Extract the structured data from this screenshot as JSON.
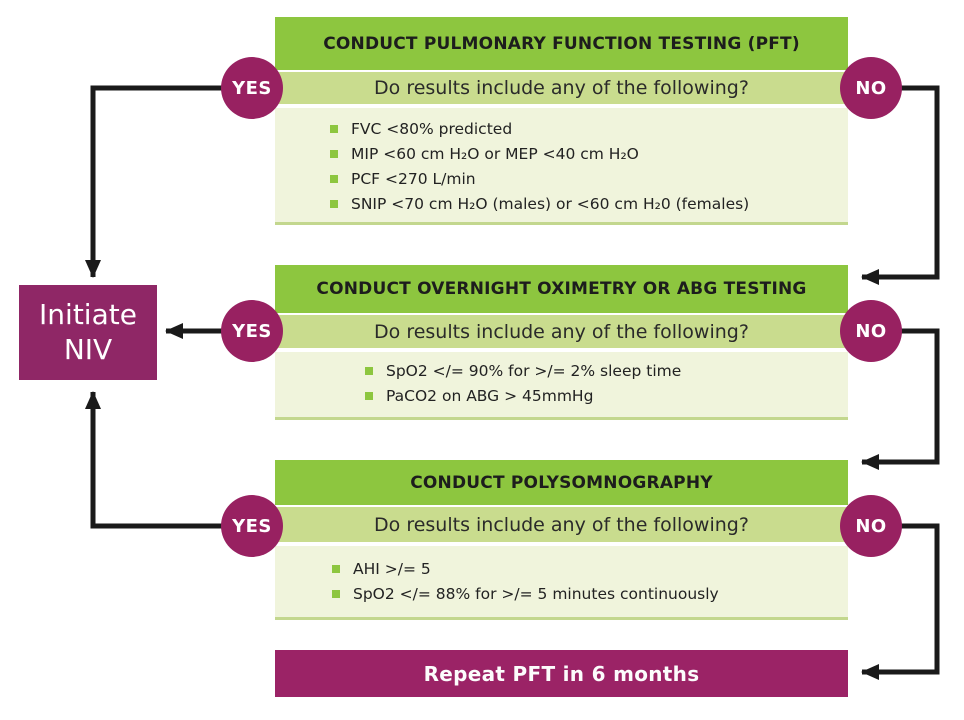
{
  "colors": {
    "header_green": "#8DC63F",
    "question_bar_green": "#C9DC8E",
    "list_background": "#F0F4DC",
    "bullet_green": "#8DC63F",
    "badge_magenta": "#982161",
    "initiate_box_magenta": "#8F2766",
    "repeat_bar_magenta": "#9B2366",
    "arrow_black": "#1A1A1A"
  },
  "steps": [
    {
      "title": "CONDUCT PULMONARY FUNCTION TESTING (PFT)",
      "question": "Do results include any of the following?",
      "yes_label": "YES",
      "no_label": "NO",
      "criteria": [
        "FVC <80% predicted",
        "MIP <60 cm H₂O or MEP <40 cm H₂O",
        "PCF <270 L/min",
        "SNIP <70 cm H₂O (males) or <60 cm H₂0 (females)"
      ]
    },
    {
      "title": "CONDUCT OVERNIGHT OXIMETRY OR ABG TESTING",
      "question": "Do results include any of the following?",
      "yes_label": "YES",
      "no_label": "NO",
      "criteria": [
        "SpO2 </= 90% for >/= 2% sleep time",
        "PaCO2 on ABG > 45mmHg"
      ]
    },
    {
      "title": "CONDUCT POLYSOMNOGRAPHY",
      "question": "Do results include any of the following?",
      "yes_label": "YES",
      "no_label": "NO",
      "criteria": [
        "AHI >/= 5",
        "SpO2 </= 88% for >/= 5 minutes continuously"
      ]
    }
  ],
  "outcomes": {
    "initiate_line1": "Initiate",
    "initiate_line2": "NIV",
    "repeat_label": "Repeat PFT in 6 months"
  }
}
